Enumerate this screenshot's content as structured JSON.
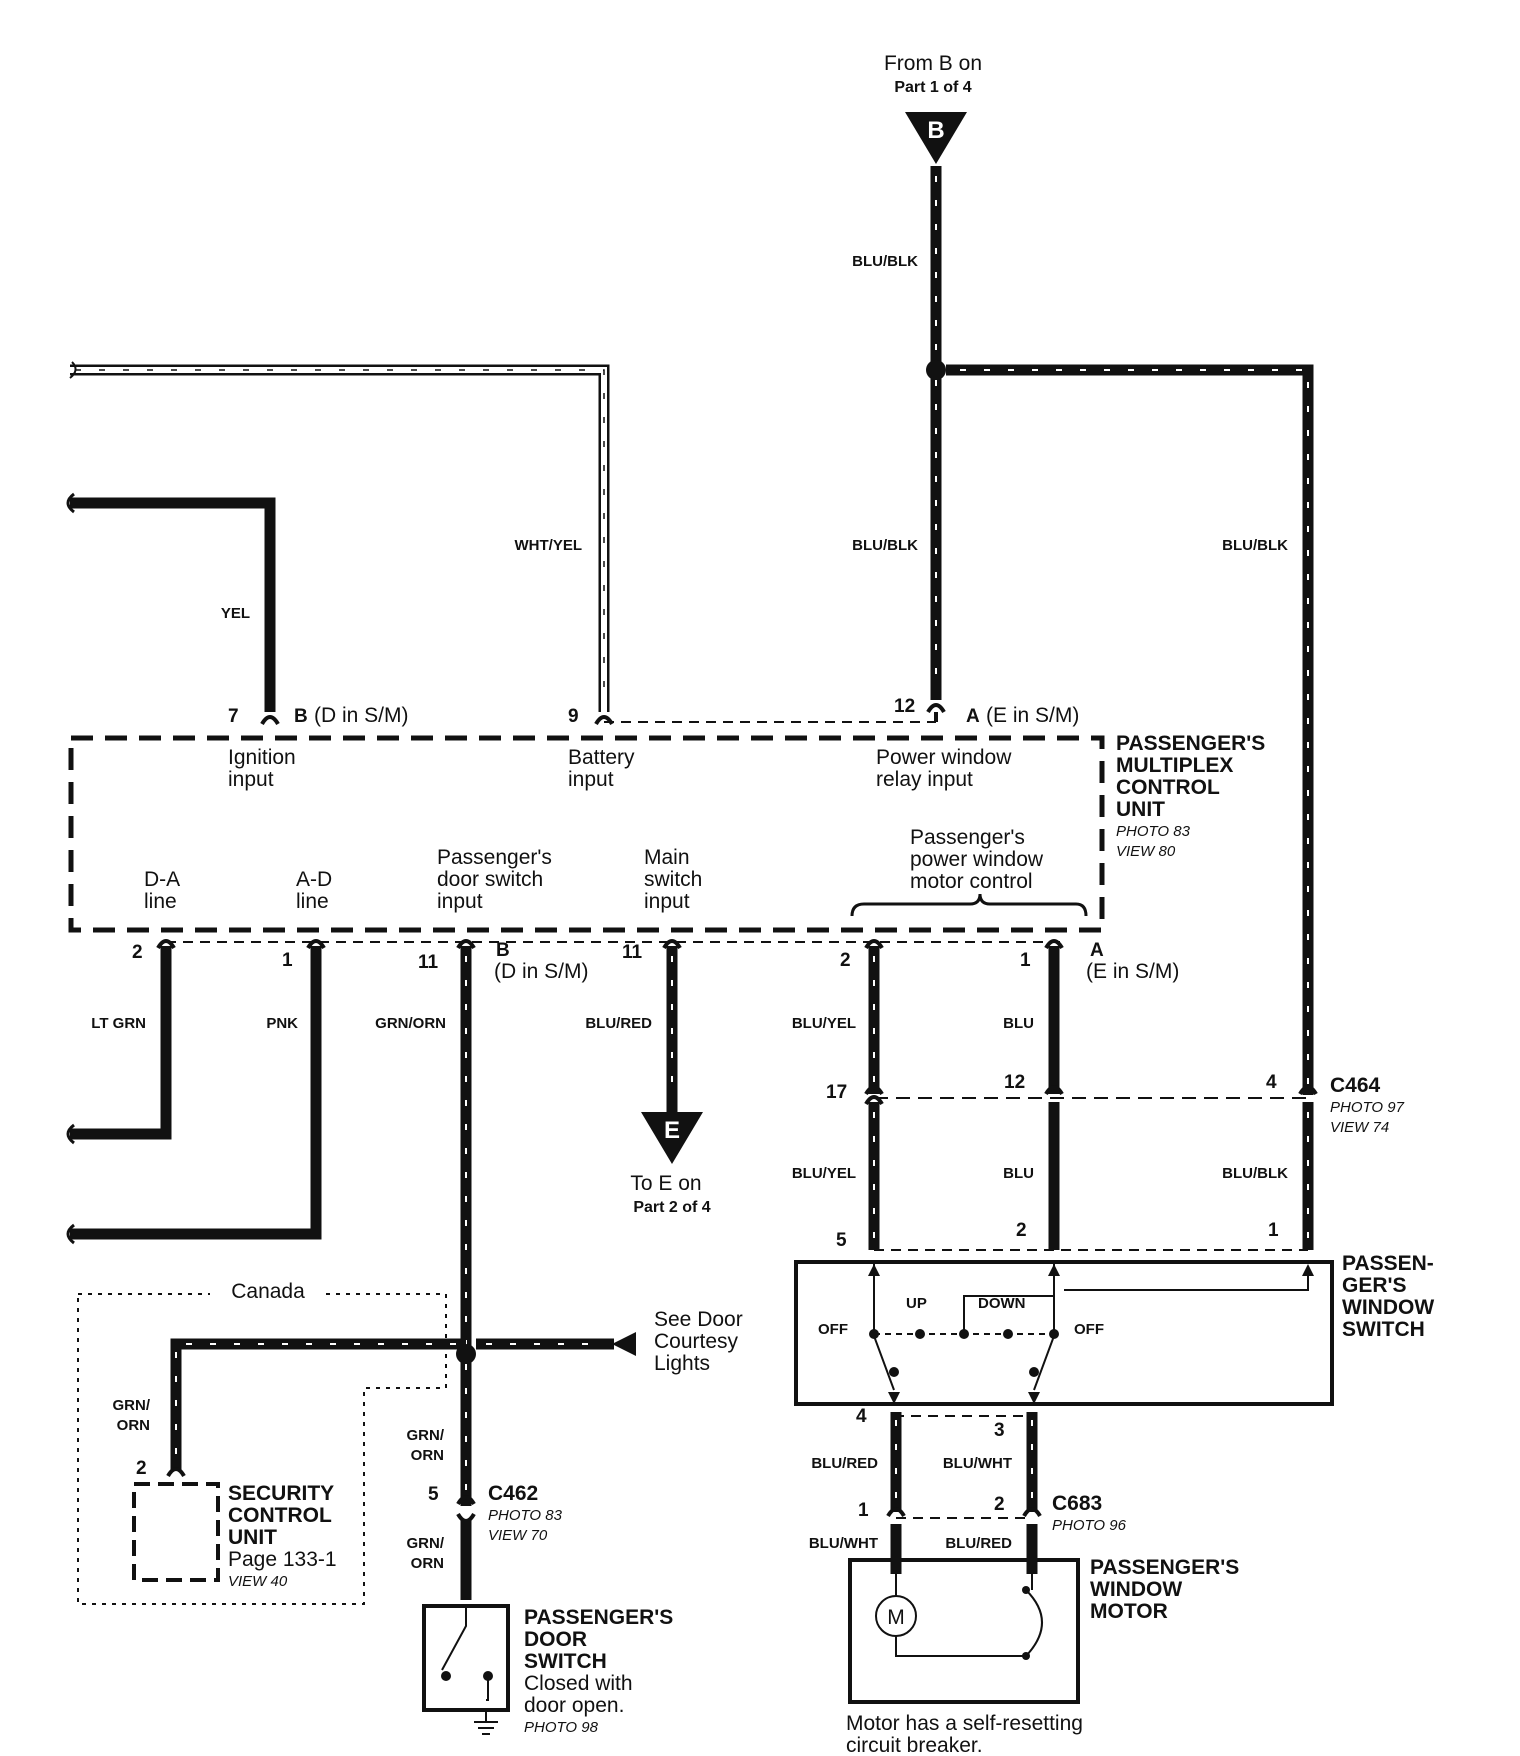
{
  "page": {
    "from_b": "From B on",
    "from_b_part": "Part 1 of 4",
    "connector_b": "B",
    "connector_e": "E",
    "to_e": "To E on",
    "to_e_part": "Part 2 of 4"
  },
  "wires": {
    "top_blu_blk": "BLU/BLK",
    "mid_blu_blk": "BLU/BLK",
    "right_blu_blk": "BLU/BLK",
    "wht_yel": "WHT/YEL",
    "yel": "YEL",
    "lt_grn": "LT GRN",
    "pnk": "PNK",
    "grn_orn": "GRN/ORN",
    "blu_red": "BLU/RED",
    "blu_yel_1": "BLU/YEL",
    "blu_1": "BLU",
    "blu_yel_2": "BLU/YEL",
    "blu_2": "BLU",
    "blu_blk_lower": "BLU/BLK",
    "grn_slash_a": "GRN/",
    "orn_a": "ORN",
    "grn_slash_b": "GRN/",
    "orn_b": "ORN",
    "grn_slash_c": "GRN/",
    "orn_c": "ORN",
    "motor_blu_red": "BLU/RED",
    "motor_blu_wht": "BLU/WHT",
    "motor_blu_wht_2": "BLU/WHT",
    "motor_blu_red_2": "BLU/RED"
  },
  "mcu": {
    "pin7": "7",
    "conn_b_top_letter": "B",
    "conn_b_top_rest": "(D in S/M)",
    "pin9": "9",
    "pin12": "12",
    "conn_a_top_letter": "A",
    "conn_a_top_rest": "(E in S/M)",
    "ignition_1": "Ignition",
    "ignition_2": "input",
    "battery_1": "Battery",
    "battery_2": "input",
    "relay_1": "Power window",
    "relay_2": "relay input",
    "da_1": "D-A",
    "da_2": "line",
    "ad_1": "A-D",
    "ad_2": "line",
    "door_1": "Passenger's",
    "door_2": "door switch",
    "door_3": "input",
    "main_1": "Main",
    "main_2": "switch",
    "main_3": "input",
    "pw_1": "Passenger's",
    "pw_2": "power window",
    "pw_3": "motor control",
    "title_1": "PASSENGER'S",
    "title_2": "MULTIPLEX",
    "title_3": "CONTROL",
    "title_4": "UNIT",
    "photo": "PHOTO 83",
    "view": "VIEW 80",
    "pin2": "2",
    "pin1": "1",
    "pin11b": "11",
    "conn_b_bot_letter": "B",
    "conn_b_bot_rest": "(D in S/M)",
    "pin11d": "11",
    "pin2d": "2",
    "pin1d": "1",
    "conn_a_bot_letter": "A",
    "conn_a_bot_rest": "(E in S/M)"
  },
  "c464": {
    "pin17": "17",
    "pin12": "12",
    "pin4": "4",
    "name": "C464",
    "photo": "PHOTO 97",
    "view": "VIEW 74"
  },
  "window_switch": {
    "pin5": "5",
    "pin2": "2",
    "pin1": "1",
    "title_1": "PASSEN-",
    "title_2": "GER'S",
    "title_3": "WINDOW",
    "title_4": "SWITCH",
    "off_left": "OFF",
    "up": "UP",
    "down": "DOWN",
    "off_right": "OFF",
    "pin4": "4",
    "pin3": "3"
  },
  "c683": {
    "pin1": "1",
    "pin2": "2",
    "name": "C683",
    "photo": "PHOTO 96"
  },
  "motor": {
    "title_1": "PASSENGER'S",
    "title_2": "WINDOW",
    "title_3": "MOTOR",
    "symbol": "M",
    "note_1": "Motor has a self-resetting",
    "note_2": "circuit breaker."
  },
  "canada": {
    "label": "Canada",
    "pin2": "2",
    "scu_1": "SECURITY",
    "scu_2": "CONTROL",
    "scu_3": "UNIT",
    "page": "Page 133-1",
    "view": "VIEW 40"
  },
  "courtesy": {
    "line_1": "See Door",
    "line_2": "Courtesy",
    "line_3": "Lights"
  },
  "c462": {
    "pin5": "5",
    "name": "C462",
    "photo": "PHOTO 83",
    "view": "VIEW 70"
  },
  "door_switch": {
    "title_1": "PASSENGER'S",
    "title_2": "DOOR",
    "title_3": "SWITCH",
    "note_1": "Closed with",
    "note_2": "door open.",
    "photo": "PHOTO 98"
  }
}
